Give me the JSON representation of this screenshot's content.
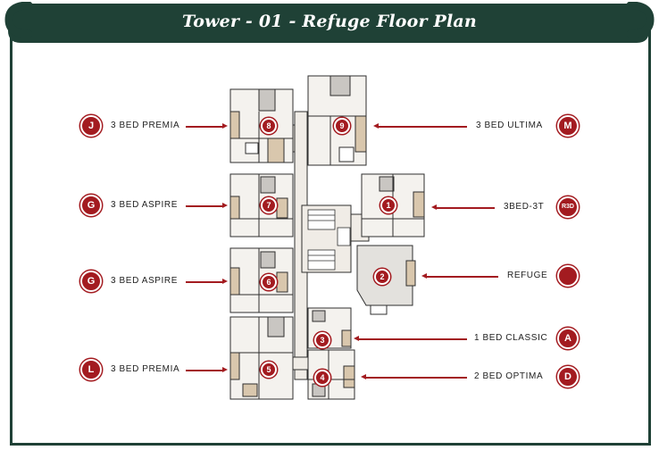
{
  "header": {
    "title": "Tower - 01 - Refuge Floor Plan"
  },
  "colors": {
    "banner": "#1f4136",
    "badge": "#a31b20",
    "wall": "#2f2f2f",
    "room_fill": "#f4f2ee",
    "wood": "#d9c7ad",
    "stone": "#c9c6c2"
  },
  "units": [
    {
      "num": "1"
    },
    {
      "num": "2"
    },
    {
      "num": "3"
    },
    {
      "num": "4"
    },
    {
      "num": "5"
    },
    {
      "num": "6"
    },
    {
      "num": "7"
    },
    {
      "num": "8"
    },
    {
      "num": "9"
    }
  ],
  "callouts_left": [
    {
      "badge": "J",
      "label": "3 BED PREMIA"
    },
    {
      "badge": "G",
      "label": "3 BED ASPIRE"
    },
    {
      "badge": "G",
      "label": "3 BED ASPIRE"
    },
    {
      "badge": "L",
      "label": "3 BED PREMIA"
    }
  ],
  "callouts_right": [
    {
      "badge": "M",
      "label": "3 BED ULTIMA"
    },
    {
      "badge": "R3D",
      "label": "3BED-3T"
    },
    {
      "badge": "",
      "label": "REFUGE"
    },
    {
      "badge": "A",
      "label": "1 BED CLASSIC"
    },
    {
      "badge": "D",
      "label": "2 BED OPTIMA"
    }
  ]
}
